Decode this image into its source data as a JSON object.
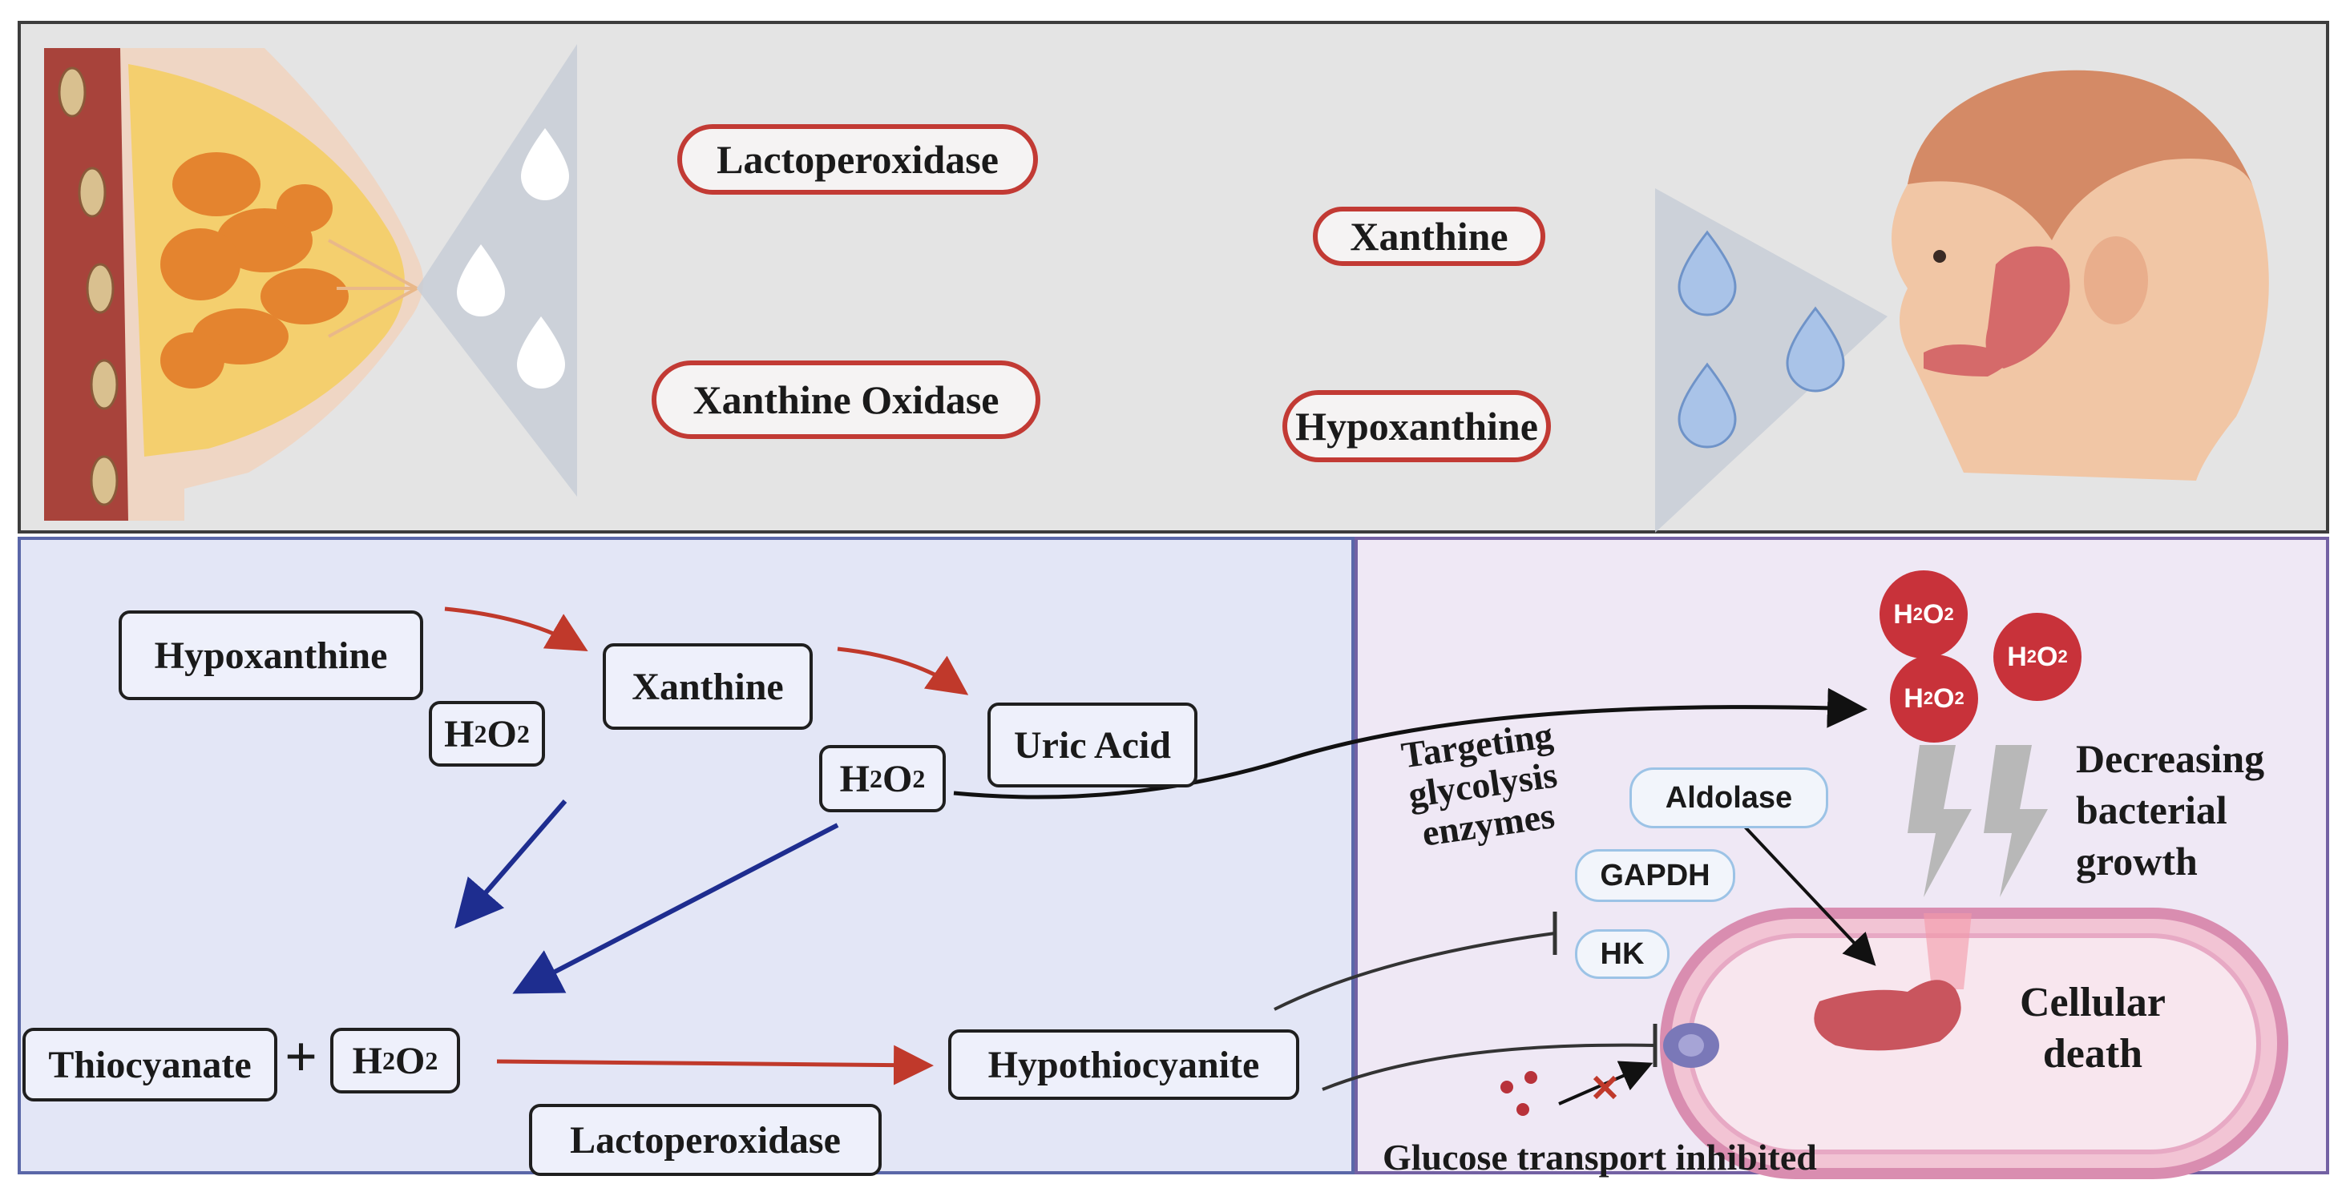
{
  "top": {
    "lactoperoxidase": "Lactoperoxidase",
    "xanthine_oxidase": "Xanthine Oxidase",
    "xanthine": "Xanthine",
    "hypoxanthine": "Hypoxanthine"
  },
  "left": {
    "hypoxanthine": "Hypoxanthine",
    "xanthine": "Xanthine",
    "uric_acid": "Uric Acid",
    "h2o2_main": "H",
    "h2o2_sub1": "2",
    "h2o2_mid": "O",
    "h2o2_sub2": "2",
    "thiocyanate": "Thiocyanate",
    "plus": "+",
    "hypothiocyanite": "Hypothiocyanite",
    "lactoperoxidase": "Lactoperoxidase"
  },
  "right": {
    "h2o2_h": "H",
    "h2o2_2a": "2",
    "h2o2_o": "O",
    "h2o2_2b": "2",
    "targeting_line1": "Targeting",
    "targeting_line2": "glycolysis",
    "targeting_line3": "enzymes",
    "aldolase": "Aldolase",
    "gapdh": "GAPDH",
    "hk": "HK",
    "decreasing_line1": "Decreasing",
    "decreasing_line2": "bacterial",
    "decreasing_line3": "growth",
    "cellular_line1": "Cellular",
    "cellular_line2": "death",
    "glucose_transport": "Glucose transport inhibited"
  },
  "colors": {
    "red_arrow": "#c0392b",
    "blue_arrow": "#1e2d8f",
    "pill_border": "#c23a34",
    "h2o2_circle": "#c8323a"
  }
}
